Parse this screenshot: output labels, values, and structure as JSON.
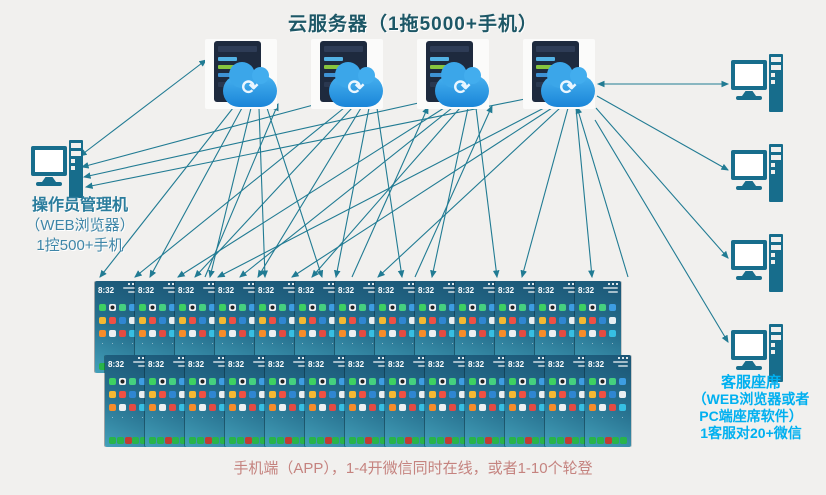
{
  "title": "云服务器（1拖5000+手机）",
  "operator": {
    "line1": "操作员管理机",
    "line2": "（WEB浏览器）",
    "line3": "1控500+手机"
  },
  "agents": {
    "count": 4,
    "line1": "客服座席",
    "line2": "（WEB浏览器或者",
    "line3": "PC端座席软件）",
    "line4": "1客服对20+微信"
  },
  "servers": {
    "count": 4,
    "icon": "server-with-sync-cloud",
    "sync_glyph": "⟳"
  },
  "phones": {
    "time": "8:32",
    "rows": [
      {
        "count": 13
      },
      {
        "count": 13
      }
    ],
    "icon_colors": [
      "#3ed162",
      "radial-gradient(circle at 50% 50%, #222 0 2px, #f2f2f2 2px)",
      "#45d07f",
      "#3d9de2",
      "#f6b832",
      "#ef5044",
      "#2f86d2",
      "#e8eef2",
      "#f78c2a",
      "#eef0f2",
      "#e54b42",
      "#36bfe3"
    ],
    "dock_colors": [
      "#28b44a",
      "#28b44a",
      "#c13b33",
      "#28b44a",
      "#28b44a"
    ]
  },
  "caption": "手机端（APP），1-4开微信同时在线，或者1-10个轮登",
  "colors": {
    "background": "#f1f0ee",
    "title_text": "#1d5766",
    "operator_text": "#2a7c9c",
    "agent_text": "#00b0f0",
    "caption_text": "#c5837f",
    "arrow": "#217b93",
    "machine_icon": "#176d8c",
    "cloud": "#2e9be6",
    "phone_wallpaper_top": "#1a5474",
    "phone_wallpaper_bottom": "#43a0ba"
  },
  "arrows": [
    [
      80,
      156,
      206,
      60,
      "both"
    ],
    [
      82,
      167,
      332,
      100,
      "both"
    ],
    [
      84,
      177,
      432,
      100,
      "both"
    ],
    [
      86,
      187,
      530,
      98,
      "both"
    ],
    [
      598,
      84,
      728,
      84,
      "both"
    ],
    [
      597,
      96,
      728,
      170,
      "end"
    ],
    [
      596,
      108,
      728,
      258,
      "end"
    ],
    [
      595,
      120,
      728,
      342,
      "end"
    ],
    [
      233,
      108,
      100,
      277,
      "end"
    ],
    [
      242,
      108,
      150,
      277,
      "end"
    ],
    [
      251,
      108,
      210,
      277,
      "end"
    ],
    [
      259,
      108,
      265,
      277,
      "end"
    ],
    [
      267,
      108,
      322,
      277,
      "end"
    ],
    [
      344,
      108,
      135,
      277,
      "end"
    ],
    [
      352,
      108,
      195,
      277,
      "end"
    ],
    [
      361,
      108,
      258,
      277,
      "end"
    ],
    [
      369,
      108,
      336,
      277,
      "end"
    ],
    [
      377,
      108,
      402,
      277,
      "end"
    ],
    [
      444,
      108,
      178,
      277,
      "end"
    ],
    [
      452,
      108,
      240,
      277,
      "end"
    ],
    [
      460,
      108,
      312,
      277,
      "end"
    ],
    [
      468,
      108,
      432,
      277,
      "end"
    ],
    [
      476,
      108,
      497,
      277,
      "end"
    ],
    [
      544,
      108,
      218,
      277,
      "end"
    ],
    [
      552,
      108,
      292,
      277,
      "end"
    ],
    [
      560,
      108,
      378,
      277,
      "end"
    ],
    [
      568,
      108,
      522,
      277,
      "end"
    ],
    [
      576,
      108,
      592,
      277,
      "end"
    ],
    [
      205,
      277,
      278,
      104,
      "end"
    ],
    [
      352,
      277,
      428,
      107,
      "end"
    ],
    [
      415,
      277,
      492,
      106,
      "end"
    ],
    [
      628,
      277,
      577,
      107,
      "end"
    ]
  ]
}
